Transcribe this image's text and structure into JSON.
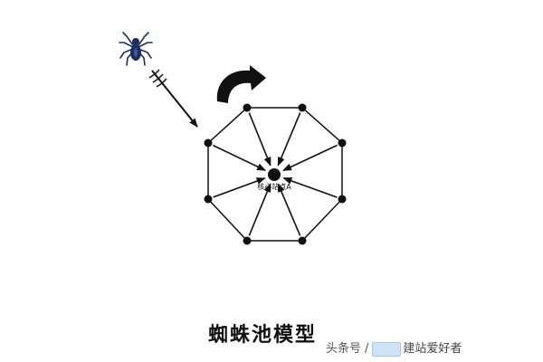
{
  "title": "蜘蛛池模型",
  "center_label": "核心站点A",
  "watermark": {
    "source": "头条号",
    "separator": "/",
    "account": "建站爱好者"
  },
  "icons": {
    "spider": "spider-icon",
    "arrow": "feather-arrow-icon",
    "cycle": "curved-cycle-arrow-icon"
  },
  "colors": {
    "ink": "#111111",
    "spider": "#1e2d5c",
    "watermark_logo": "#cfe3f7"
  }
}
